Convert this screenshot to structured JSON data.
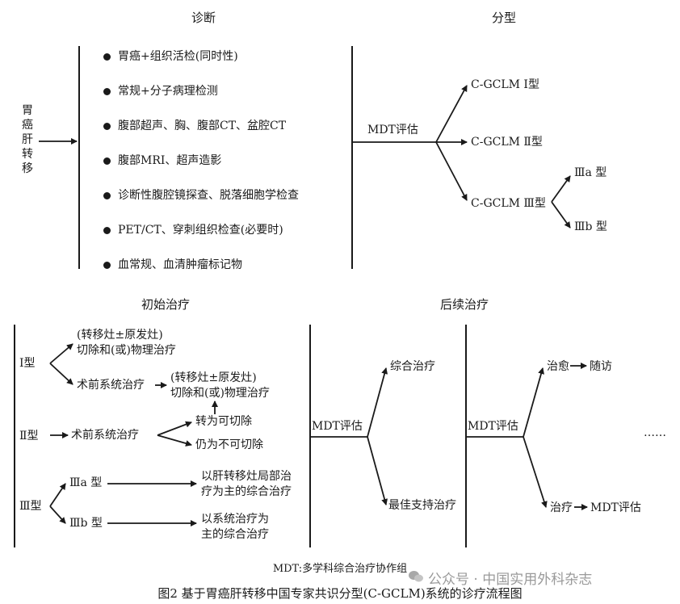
{
  "diagnosis": {
    "heading": "诊断",
    "entry_chars": [
      "胃",
      "癌",
      "肝",
      "转",
      "移"
    ],
    "items": [
      "胃癌+组织活检(同时性)",
      "常规+分子病理检测",
      "腹部超声、胸、腹部CT、盆腔CT",
      "腹部MRI、超声造影",
      "诊断性腹腔镜探查、脱落细胞学检查",
      "PET/CT、穿刺组织检查(必要时)",
      "血常规、血清肿瘤标记物"
    ]
  },
  "classification": {
    "heading": "分型",
    "mdt_label": "MDT评估",
    "type1": "C-GCLM Ⅰ型",
    "type2": "C-GCLM  Ⅱ型",
    "type3": "C-GCLM  Ⅲ型",
    "type3a": "Ⅲa 型",
    "type3b": "Ⅲb 型"
  },
  "initial_treatment": {
    "heading": "初始治疗",
    "type1_label": "Ⅰ型",
    "type1_resect_line1": "(转移灶±原发灶)",
    "type1_resect_line2": "切除和(或)物理治疗",
    "type1_preop": "术前系统治疗",
    "type1_after_line1": "(转移灶±原发灶)",
    "type1_after_line2": "切除和(或)物理治疗",
    "type2_label": "Ⅱ型",
    "type2_preop": "术前系统治疗",
    "type2_resectable": "转为可切除",
    "type2_unresectable": "仍为不可切除",
    "type3_label": "Ⅲ型",
    "type3a": "Ⅲa 型",
    "type3b": "Ⅲb 型",
    "type3a_plan_line1": "以肝转移灶局部治",
    "type3a_plan_line2": "疗为主的综合治疗",
    "type3b_plan_line1": "以系统治疗为",
    "type3b_plan_line2": "主的综合治疗"
  },
  "followup": {
    "heading": "后续治疗",
    "mdt_label_1": "MDT评估",
    "comprehensive": "综合治疗",
    "best_support": "最佳支持治疗",
    "mdt_label_2": "MDT评估",
    "cured": "治愈",
    "followup_visit": "随访",
    "treatment": "治疗",
    "mdt_eval": "MDT评估",
    "ellipsis": "……"
  },
  "footnote": "MDT:多学科综合治疗协作组",
  "caption": "图2    基于胃癌肝转移中国专家共识分型(C-GCLM)系统的诊疗流程图",
  "watermark": "公众号 · 中国实用外科杂志"
}
